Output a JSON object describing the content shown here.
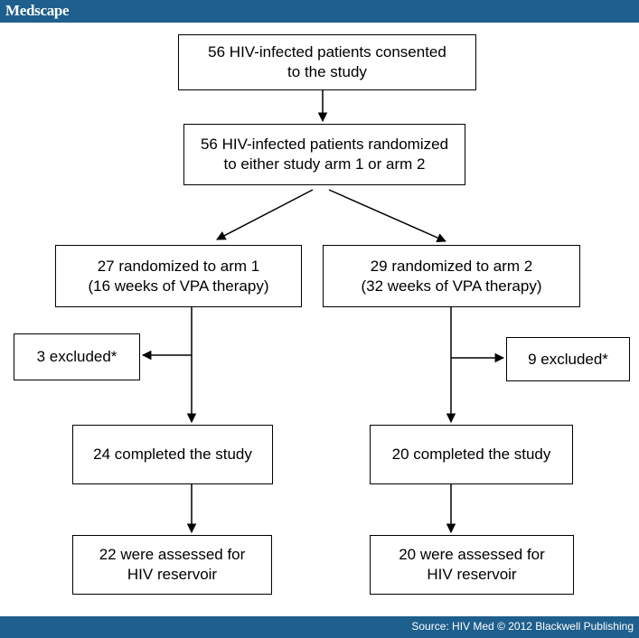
{
  "header": {
    "logo": "Medscape"
  },
  "footer": {
    "source": "Source: HIV Med © 2012 Blackwell Publishing"
  },
  "flowchart": {
    "consented": "56 HIV-infected patients consented\nto the study",
    "randomized": "56 HIV-infected patients randomized\nto either study arm 1 or arm 2",
    "arm1": {
      "randomized": "27 randomized to arm 1\n(16 weeks of VPA therapy)",
      "excluded": "3 excluded*",
      "completed": "24 completed the study",
      "assessed": "22 were assessed for\nHIV reservoir"
    },
    "arm2": {
      "randomized": "29 randomized to arm 2\n(32 weeks of VPA therapy)",
      "excluded": "9 excluded*",
      "completed": "20 completed the study",
      "assessed": "20 were assessed for\nHIV reservoir"
    }
  }
}
